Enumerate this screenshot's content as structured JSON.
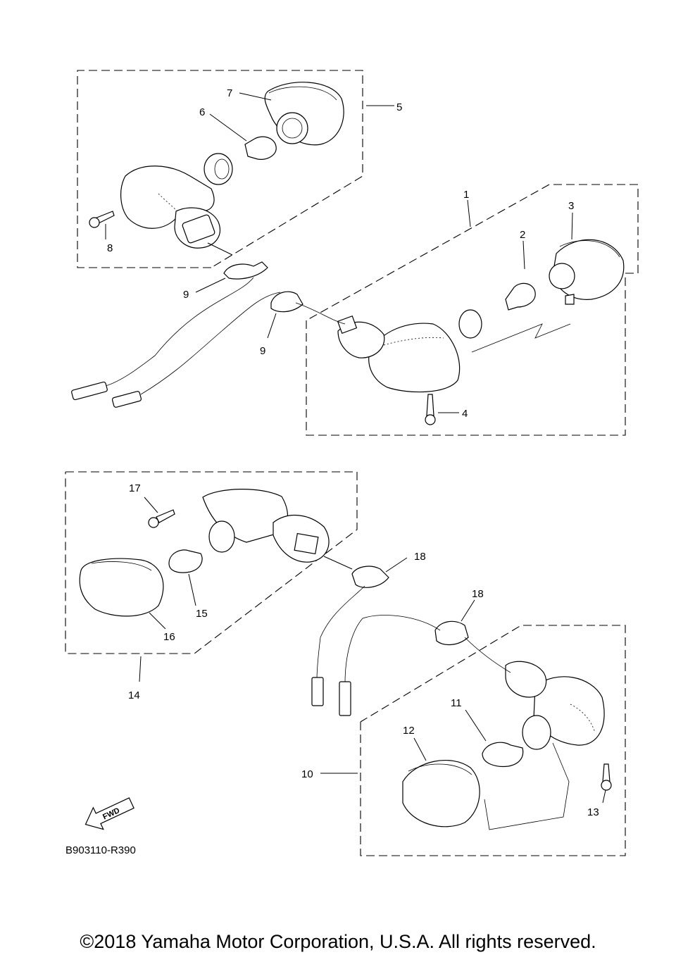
{
  "diagram": {
    "callouts": [
      "1",
      "2",
      "3",
      "4",
      "5",
      "6",
      "7",
      "8",
      "9",
      "9",
      "10",
      "11",
      "12",
      "13",
      "14",
      "15",
      "16",
      "17",
      "18",
      "18"
    ],
    "drawing_code": "B903110-R390",
    "fwd_label": "FWD"
  },
  "footer": {
    "copyright": "©2018 Yamaha Motor Corporation, U.S.A. All rights reserved."
  }
}
